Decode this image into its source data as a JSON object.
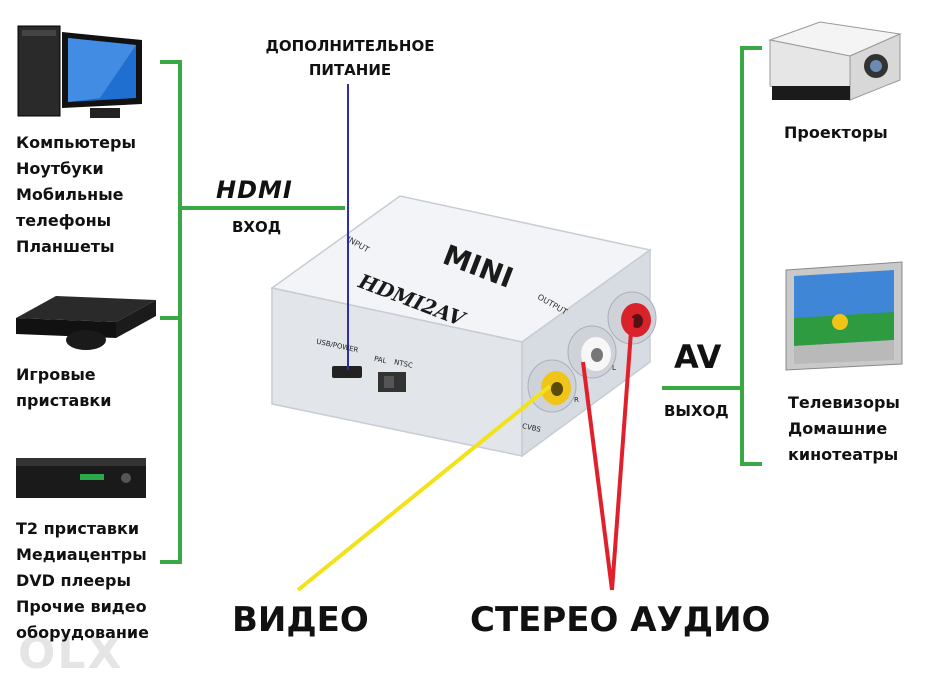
{
  "colors": {
    "bracket": "#3aa845",
    "power_line": "#2b2fa8",
    "video_line": "#f2e21a",
    "audio_line": "#e0202a",
    "device_body": "#eceff3",
    "rca_yellow": "#f0c419",
    "rca_white": "#f4f4f4",
    "rca_red": "#d8232a"
  },
  "top_label": [
    "ДОПОЛНИТЕЛЬНОЕ",
    "ПИТАНИЕ"
  ],
  "left_groups": {
    "computers": [
      "Компьютеры",
      "Ноутбуки",
      "Мобильные",
      "телефоны",
      "Планшеты"
    ],
    "consoles": [
      "Игровые",
      "приставки"
    ],
    "set_top": [
      "Т2 приставки",
      "Медиацентры",
      "DVD плееры",
      "Прочие видео",
      "оборудование"
    ]
  },
  "input": {
    "logo": "HDMI",
    "label": "ВХОД"
  },
  "output": {
    "logo": "AV",
    "label": "ВЫХОД"
  },
  "right_groups": {
    "projectors": [
      "Проекторы"
    ],
    "tvs": [
      "Телевизоры",
      "Домашние",
      "кинотеатры"
    ]
  },
  "device": {
    "top_text": "MINI",
    "model_text": "HDMI2AV",
    "input_tag": "INPUT",
    "output_tag": "OUTPUT",
    "usb_tag": "USB/POWER",
    "pal_tag": "PAL",
    "ntsc_tag": "NTSC",
    "cvbs_tag": "CVBS",
    "r_tag": "R",
    "l_tag": "L"
  },
  "bottom": {
    "video": "ВИДЕО",
    "audio": "СТЕРЕО АУДИО"
  },
  "watermark": "OLX"
}
